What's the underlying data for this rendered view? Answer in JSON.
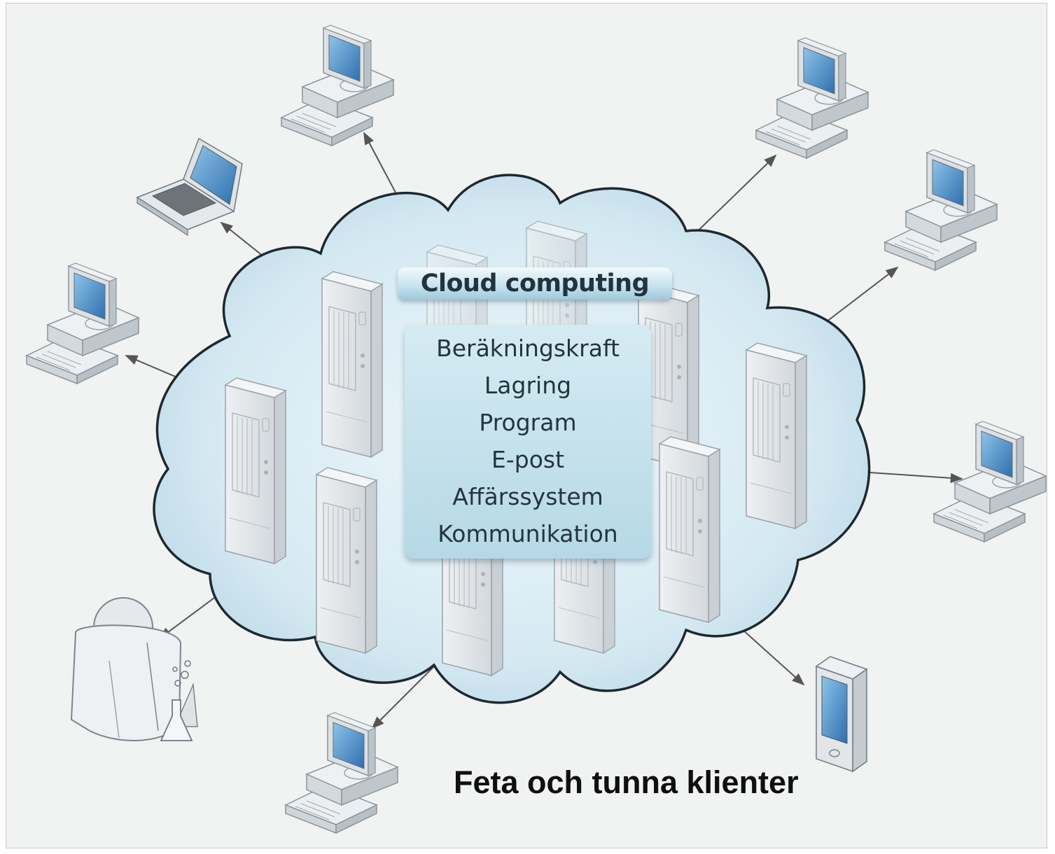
{
  "diagram": {
    "title": "Cloud computing",
    "services": [
      "Beräkningskraft",
      "Lagring",
      "Program",
      "E-post",
      "Affärssystem",
      "Kommunikation"
    ],
    "caption": "Feta och tunna klienter",
    "colors": {
      "background": "#f1f2f2",
      "cloud_fill": "#cfe4ef",
      "cloud_outline": "#1f2b33",
      "panel": "#bcdbe8",
      "server": "#dfe3e6",
      "screen": "#3d86c6",
      "arrow": "#555555"
    },
    "clients": [
      {
        "type": "desktop-computer",
        "icon": "desktop-computer-icon"
      },
      {
        "type": "laptop",
        "icon": "laptop-icon"
      },
      {
        "type": "desktop-computer",
        "icon": "desktop-computer-icon"
      },
      {
        "type": "researcher",
        "icon": "scientist-icon"
      },
      {
        "type": "desktop-computer",
        "icon": "desktop-computer-icon"
      },
      {
        "type": "desktop-computer",
        "icon": "desktop-computer-icon"
      },
      {
        "type": "desktop-computer",
        "icon": "desktop-computer-icon"
      },
      {
        "type": "desktop-computer",
        "icon": "desktop-computer-icon"
      },
      {
        "type": "mobile-phone",
        "icon": "phone-icon"
      }
    ]
  }
}
